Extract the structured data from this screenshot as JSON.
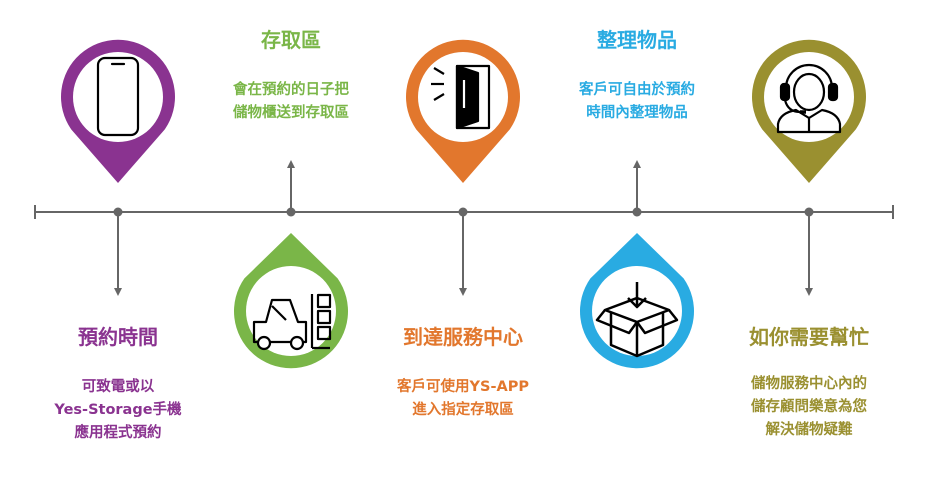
{
  "colors": {
    "purple": "#8a3390",
    "green": "#7ab648",
    "orange": "#e2772d",
    "blue": "#29abe2",
    "olive": "#9a9030",
    "timeline": "#666666"
  },
  "steps": [
    {
      "title": "預約時間",
      "desc": [
        "可致電或以",
        "Yes-Storage手機",
        "應用程式預約"
      ],
      "icon": "smartphone-icon",
      "color": "purple"
    },
    {
      "title": "存取區",
      "desc": [
        "會在預約的日子把",
        "儲物櫃送到存取區"
      ],
      "icon": "forklift-icon",
      "color": "green"
    },
    {
      "title": "到達服務中心",
      "desc": [
        "客戶可使用YS-APP",
        "進入指定存取區"
      ],
      "icon": "open-door-icon",
      "color": "orange"
    },
    {
      "title": "整理物品",
      "desc": [
        "客戶可自由於預約",
        "時間內整理物品"
      ],
      "icon": "box-download-icon",
      "color": "blue"
    },
    {
      "title": "如你需要幫忙",
      "desc": [
        "儲物服務中心內的",
        "儲存顧問樂意為您",
        "解決儲物疑難"
      ],
      "icon": "customer-support-icon",
      "color": "olive"
    }
  ]
}
